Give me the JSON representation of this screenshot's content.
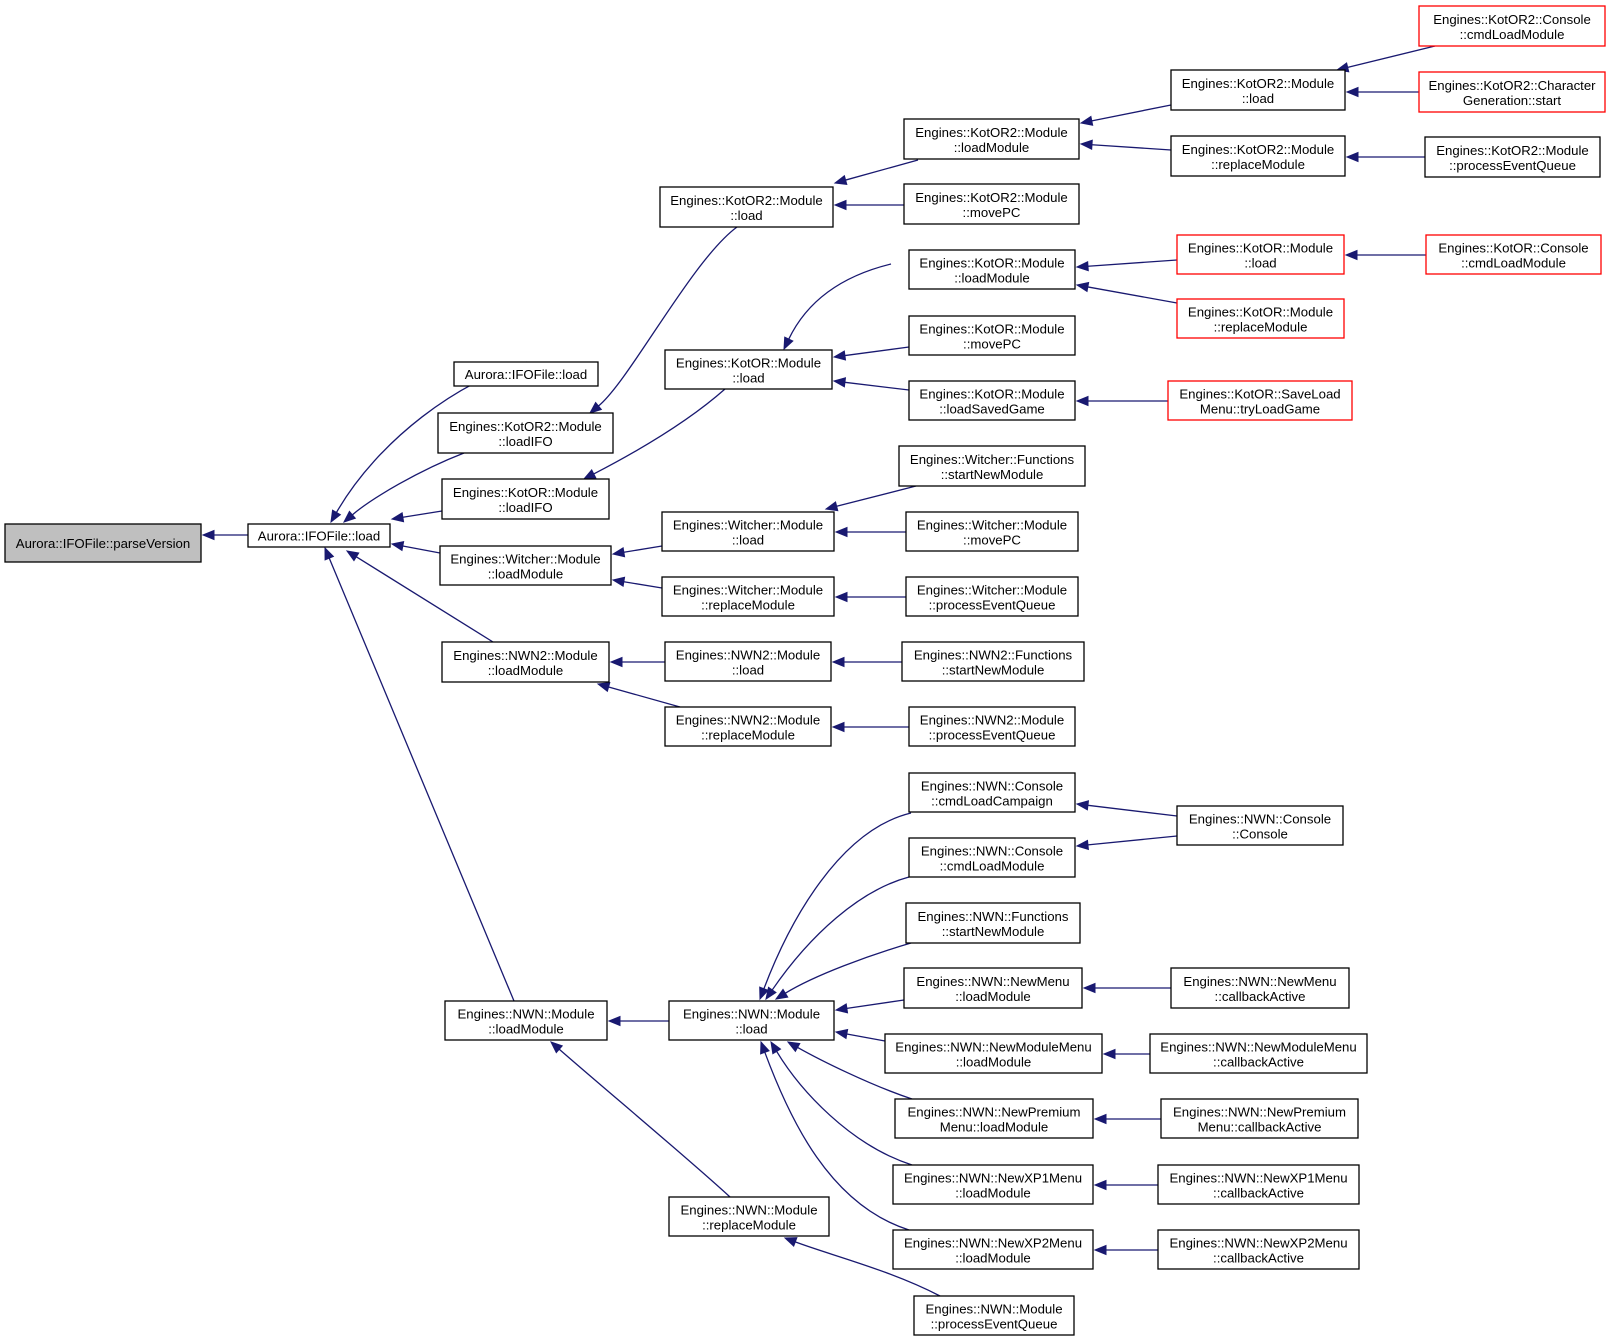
{
  "colors": {
    "edge": "#191970",
    "border": "#000000",
    "truncated_border": "#ff0000",
    "root_fill": "#bfbfbf"
  },
  "nodes": [
    {
      "id": "n0",
      "lines": [
        "Aurora::IFOFile::parseVersion"
      ],
      "root": true
    },
    {
      "id": "n1",
      "lines": [
        "Aurora::IFOFile::load"
      ]
    },
    {
      "id": "n2",
      "lines": [
        "Aurora::IFOFile::load"
      ]
    },
    {
      "id": "n3",
      "lines": [
        "Engines::KotOR2::Module",
        "::loadIFO"
      ]
    },
    {
      "id": "n4",
      "lines": [
        "Engines::KotOR::Module",
        "::loadIFO"
      ]
    },
    {
      "id": "n5",
      "lines": [
        "Engines::Witcher::Module",
        "::loadModule"
      ]
    },
    {
      "id": "n6",
      "lines": [
        "Engines::NWN2::Module",
        "::loadModule"
      ]
    },
    {
      "id": "n7",
      "lines": [
        "Engines::NWN::Module",
        "::loadModule"
      ]
    },
    {
      "id": "n8",
      "lines": [
        "Engines::KotOR2::Module",
        "::load"
      ]
    },
    {
      "id": "n9",
      "lines": [
        "Engines::KotOR2::Module",
        "::loadModule"
      ]
    },
    {
      "id": "n10",
      "lines": [
        "Engines::KotOR2::Module",
        "::movePC"
      ]
    },
    {
      "id": "n11",
      "lines": [
        "Engines::KotOR2::Module",
        "::load"
      ]
    },
    {
      "id": "n12",
      "lines": [
        "Engines::KotOR2::Module",
        "::replaceModule"
      ]
    },
    {
      "id": "n13",
      "lines": [
        "Engines::KotOR2::Console",
        "::cmdLoadModule"
      ],
      "red": true
    },
    {
      "id": "n14",
      "lines": [
        "Engines::KotOR2::Character",
        "Generation::start"
      ],
      "red": true
    },
    {
      "id": "n15",
      "lines": [
        "Engines::KotOR2::Module",
        "::processEventQueue"
      ]
    },
    {
      "id": "n16",
      "lines": [
        "Engines::KotOR::Module",
        "::load"
      ]
    },
    {
      "id": "n17",
      "lines": [
        "Engines::KotOR::Module",
        "::loadModule"
      ]
    },
    {
      "id": "n18",
      "lines": [
        "Engines::KotOR::Module",
        "::movePC"
      ]
    },
    {
      "id": "n19",
      "lines": [
        "Engines::KotOR::Module",
        "::loadSavedGame"
      ]
    },
    {
      "id": "n20",
      "lines": [
        "Engines::KotOR::Module",
        "::load"
      ],
      "red": true
    },
    {
      "id": "n21",
      "lines": [
        "Engines::KotOR::Module",
        "::replaceModule"
      ],
      "red": true
    },
    {
      "id": "n22",
      "lines": [
        "Engines::KotOR::Console",
        "::cmdLoadModule"
      ],
      "red": true
    },
    {
      "id": "n23",
      "lines": [
        "Engines::KotOR::SaveLoad",
        "Menu::tryLoadGame"
      ],
      "red": true
    },
    {
      "id": "n24",
      "lines": [
        "Engines::Witcher::Module",
        "::load"
      ]
    },
    {
      "id": "n25",
      "lines": [
        "Engines::Witcher::Module",
        "::replaceModule"
      ]
    },
    {
      "id": "n26",
      "lines": [
        "Engines::Witcher::Functions",
        "::startNewModule"
      ]
    },
    {
      "id": "n27",
      "lines": [
        "Engines::Witcher::Module",
        "::movePC"
      ]
    },
    {
      "id": "n28",
      "lines": [
        "Engines::Witcher::Module",
        "::processEventQueue"
      ]
    },
    {
      "id": "n29",
      "lines": [
        "Engines::NWN2::Module",
        "::load"
      ]
    },
    {
      "id": "n30",
      "lines": [
        "Engines::NWN2::Module",
        "::replaceModule"
      ]
    },
    {
      "id": "n31",
      "lines": [
        "Engines::NWN2::Functions",
        "::startNewModule"
      ]
    },
    {
      "id": "n32",
      "lines": [
        "Engines::NWN2::Module",
        "::processEventQueue"
      ]
    },
    {
      "id": "n33",
      "lines": [
        "Engines::NWN::Module",
        "::load"
      ]
    },
    {
      "id": "n34",
      "lines": [
        "Engines::NWN::Module",
        "::replaceModule"
      ]
    },
    {
      "id": "n35",
      "lines": [
        "Engines::NWN::Console",
        "::cmdLoadCampaign"
      ]
    },
    {
      "id": "n36",
      "lines": [
        "Engines::NWN::Console",
        "::cmdLoadModule"
      ]
    },
    {
      "id": "n37",
      "lines": [
        "Engines::NWN::Functions",
        "::startNewModule"
      ]
    },
    {
      "id": "n38",
      "lines": [
        "Engines::NWN::NewMenu",
        "::loadModule"
      ]
    },
    {
      "id": "n39",
      "lines": [
        "Engines::NWN::NewModuleMenu",
        "::loadModule"
      ]
    },
    {
      "id": "n40",
      "lines": [
        "Engines::NWN::NewPremium",
        "Menu::loadModule"
      ]
    },
    {
      "id": "n41",
      "lines": [
        "Engines::NWN::NewXP1Menu",
        "::loadModule"
      ]
    },
    {
      "id": "n42",
      "lines": [
        "Engines::NWN::NewXP2Menu",
        "::loadModule"
      ]
    },
    {
      "id": "n43",
      "lines": [
        "Engines::NWN::Module",
        "::processEventQueue"
      ]
    },
    {
      "id": "n44",
      "lines": [
        "Engines::NWN::Console",
        "::Console"
      ]
    },
    {
      "id": "n45",
      "lines": [
        "Engines::NWN::NewMenu",
        "::callbackActive"
      ]
    },
    {
      "id": "n46",
      "lines": [
        "Engines::NWN::NewModuleMenu",
        "::callbackActive"
      ]
    },
    {
      "id": "n47",
      "lines": [
        "Engines::NWN::NewPremium",
        "Menu::callbackActive"
      ]
    },
    {
      "id": "n48",
      "lines": [
        "Engines::NWN::NewXP1Menu",
        "::callbackActive"
      ]
    },
    {
      "id": "n49",
      "lines": [
        "Engines::NWN::NewXP2Menu",
        "::callbackActive"
      ]
    }
  ],
  "edges": [
    {
      "from": "n1",
      "to": "n0"
    },
    {
      "from": "n2",
      "to": "n1"
    },
    {
      "from": "n3",
      "to": "n1"
    },
    {
      "from": "n4",
      "to": "n1"
    },
    {
      "from": "n5",
      "to": "n1"
    },
    {
      "from": "n6",
      "to": "n1"
    },
    {
      "from": "n7",
      "to": "n1"
    },
    {
      "from": "n8",
      "to": "n3"
    },
    {
      "from": "n9",
      "to": "n8"
    },
    {
      "from": "n10",
      "to": "n8"
    },
    {
      "from": "n11",
      "to": "n9"
    },
    {
      "from": "n12",
      "to": "n9"
    },
    {
      "from": "n13",
      "to": "n11"
    },
    {
      "from": "n14",
      "to": "n11"
    },
    {
      "from": "n15",
      "to": "n12"
    },
    {
      "from": "n16",
      "to": "n4"
    },
    {
      "from": "n17",
      "to": "n16"
    },
    {
      "from": "n18",
      "to": "n16"
    },
    {
      "from": "n19",
      "to": "n16"
    },
    {
      "from": "n20",
      "to": "n17"
    },
    {
      "from": "n21",
      "to": "n17"
    },
    {
      "from": "n22",
      "to": "n20"
    },
    {
      "from": "n23",
      "to": "n19"
    },
    {
      "from": "n24",
      "to": "n5"
    },
    {
      "from": "n25",
      "to": "n5"
    },
    {
      "from": "n26",
      "to": "n24"
    },
    {
      "from": "n27",
      "to": "n24"
    },
    {
      "from": "n28",
      "to": "n25"
    },
    {
      "from": "n29",
      "to": "n6"
    },
    {
      "from": "n30",
      "to": "n6"
    },
    {
      "from": "n31",
      "to": "n29"
    },
    {
      "from": "n32",
      "to": "n30"
    },
    {
      "from": "n33",
      "to": "n7"
    },
    {
      "from": "n34",
      "to": "n7"
    },
    {
      "from": "n35",
      "to": "n33"
    },
    {
      "from": "n36",
      "to": "n33"
    },
    {
      "from": "n37",
      "to": "n33"
    },
    {
      "from": "n38",
      "to": "n33"
    },
    {
      "from": "n39",
      "to": "n33"
    },
    {
      "from": "n40",
      "to": "n33"
    },
    {
      "from": "n41",
      "to": "n33"
    },
    {
      "from": "n42",
      "to": "n33"
    },
    {
      "from": "n43",
      "to": "n34"
    },
    {
      "from": "n44",
      "to": "n35"
    },
    {
      "from": "n44",
      "to": "n36"
    },
    {
      "from": "n45",
      "to": "n38"
    },
    {
      "from": "n46",
      "to": "n39"
    },
    {
      "from": "n47",
      "to": "n40"
    },
    {
      "from": "n48",
      "to": "n41"
    },
    {
      "from": "n49",
      "to": "n42"
    }
  ]
}
